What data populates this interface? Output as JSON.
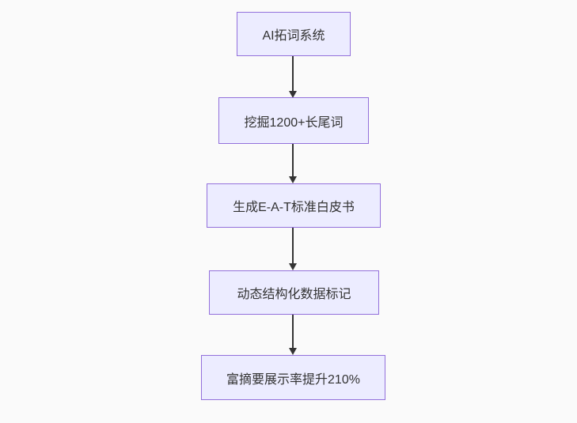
{
  "diagram": {
    "type": "flowchart",
    "direction": "top-to-bottom",
    "nodes": [
      {
        "id": "A",
        "label": "AI拓词系统"
      },
      {
        "id": "B",
        "label": "挖掘1200+长尾词"
      },
      {
        "id": "C",
        "label": "生成E-A-T标准白皮书"
      },
      {
        "id": "D",
        "label": "动态结构化数据标记"
      },
      {
        "id": "E",
        "label": "富摘要展示率提升210%"
      }
    ],
    "edges": [
      {
        "from": "A",
        "to": "B"
      },
      {
        "from": "B",
        "to": "C"
      },
      {
        "from": "C",
        "to": "D"
      },
      {
        "from": "D",
        "to": "E"
      }
    ]
  },
  "colors": {
    "node_fill": "#ECECFF",
    "node_border": "#9370DB",
    "arrow": "#333333",
    "text": "#333333",
    "background": "#fafafa"
  }
}
